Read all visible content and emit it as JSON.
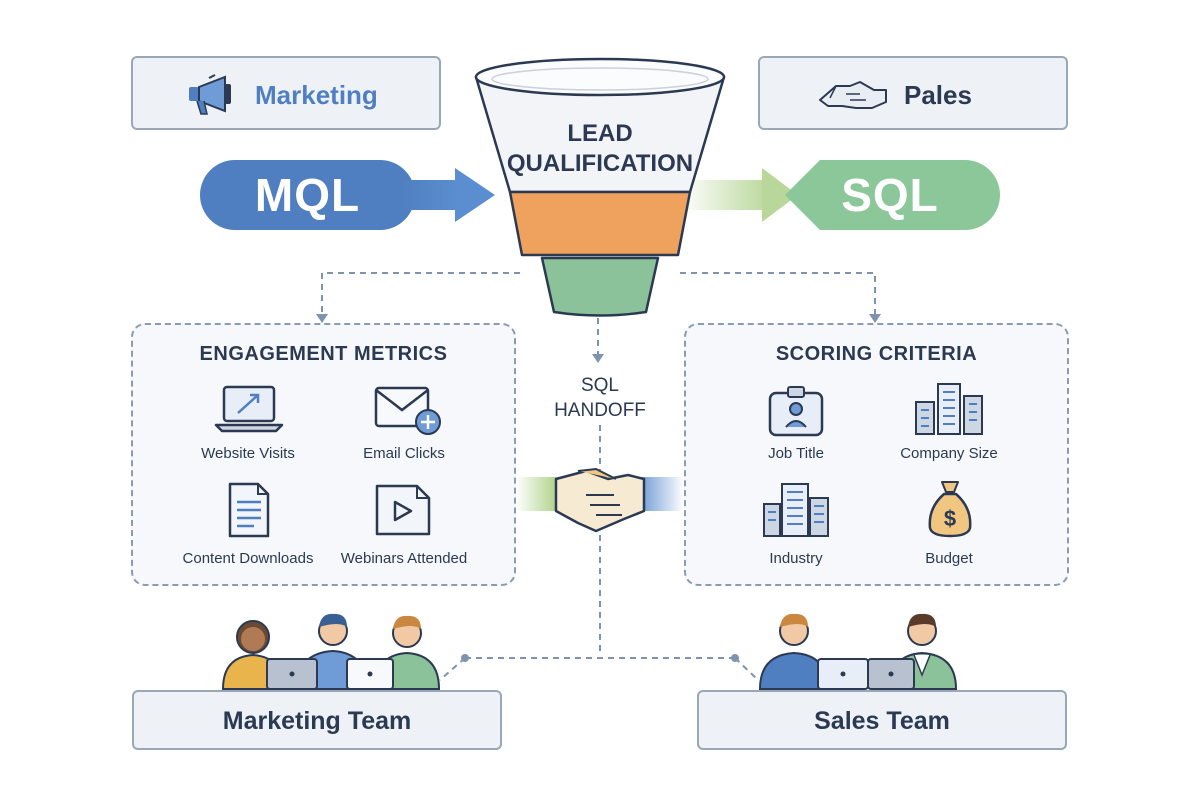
{
  "header": {
    "marketing_label": "Marketing",
    "sales_label": "Pales"
  },
  "flow": {
    "mql_label": "MQL",
    "sql_label": "SQL",
    "funnel_title_line1": "LEAD",
    "funnel_title_line2": "QUALIFICATION",
    "handoff_line1": "SQL",
    "handoff_line2": "HANDOFF"
  },
  "engagement": {
    "title": "ENGAGEMENT METRICS",
    "items": [
      {
        "label": "Website Visits",
        "icon": "laptop-icon"
      },
      {
        "label": "Email Clicks",
        "icon": "envelope-icon"
      },
      {
        "label": "Content Downloads",
        "icon": "document-icon"
      },
      {
        "label": "Webinars Attended",
        "icon": "video-icon"
      }
    ]
  },
  "scoring": {
    "title": "SCORING CRITERIA",
    "items": [
      {
        "label": "Job Title",
        "icon": "id-badge-icon"
      },
      {
        "label": "Company Size",
        "icon": "buildings-icon"
      },
      {
        "label": "Industry",
        "icon": "factory-icon"
      },
      {
        "label": "Budget",
        "icon": "money-bag-icon"
      }
    ]
  },
  "teams": {
    "marketing_team": "Marketing Team",
    "sales_team": "Sales Team"
  },
  "colors": {
    "mql_blue": "#4f7fc1",
    "sql_green": "#8cc79a",
    "funnel_orange": "#eea25d",
    "funnel_green": "#8bc29a",
    "funnel_top": "#f2f4f7",
    "text_dark": "#2b3a52",
    "marketing_accent": "#4f7fc1"
  }
}
